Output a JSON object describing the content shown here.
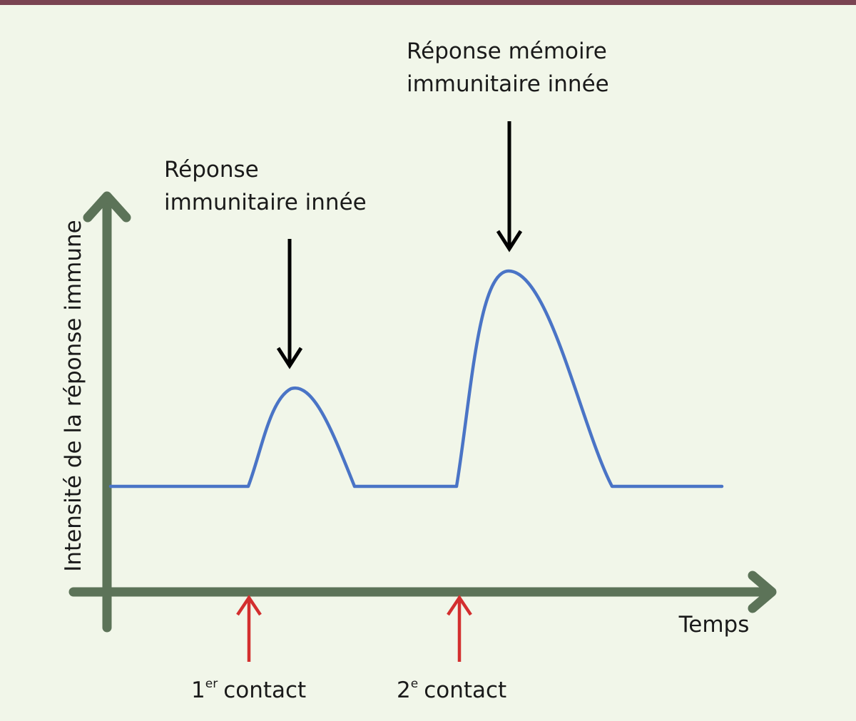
{
  "figure": {
    "y_axis_label": "Intensité de la réponse immune",
    "x_axis_label": "Temps",
    "first_peak_label": [
      "Réponse",
      "immunitaire innée"
    ],
    "second_peak_label": [
      "Réponse mémoire",
      "immunitaire innée"
    ],
    "first_contact": {
      "number": "1",
      "superscript": "er",
      "text": "contact"
    },
    "second_contact": {
      "number": "2",
      "superscript": "e",
      "text": "contact"
    }
  },
  "colors": {
    "background": "#f1f6e9",
    "top_band": "#7a4452",
    "axes": "#5c7358",
    "curve": "#4a74c6",
    "response_arrows": "#000000",
    "contact_arrows": "#d32f2f"
  }
}
